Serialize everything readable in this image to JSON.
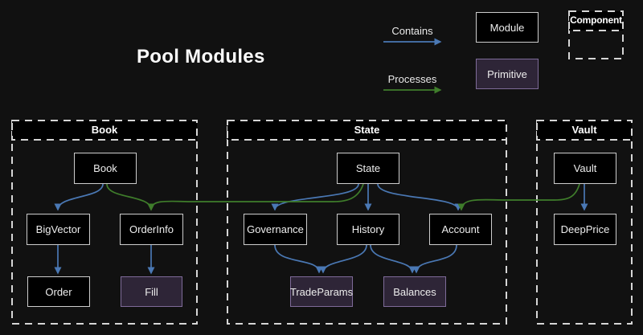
{
  "title": "Pool Modules",
  "legend": {
    "contains": "Contains",
    "processes": "Processes",
    "module": "Module",
    "primitive": "Primitive",
    "component": "Component"
  },
  "colors": {
    "background": "#111111",
    "module_fill": "#000000",
    "module_border": "#cdcdcd",
    "primitive_fill": "#2e2537",
    "primitive_border": "#7e6b99",
    "component_dash": "#d6d6d6",
    "contains_arrow": "#4a78b4",
    "processes_arrow": "#3f7d2b"
  },
  "containers": [
    {
      "label": "Book"
    },
    {
      "label": "State"
    },
    {
      "label": "Vault"
    }
  ],
  "nodes": {
    "book": {
      "label": "Book",
      "type": "module"
    },
    "bigvector": {
      "label": "BigVector",
      "type": "module"
    },
    "orderinfo": {
      "label": "OrderInfo",
      "type": "module"
    },
    "order": {
      "label": "Order",
      "type": "module"
    },
    "fill": {
      "label": "Fill",
      "type": "primitive"
    },
    "state": {
      "label": "State",
      "type": "module"
    },
    "governance": {
      "label": "Governance",
      "type": "module"
    },
    "history": {
      "label": "History",
      "type": "module"
    },
    "account": {
      "label": "Account",
      "type": "module"
    },
    "tradeparams": {
      "label": "TradeParams",
      "type": "primitive"
    },
    "balances": {
      "label": "Balances",
      "type": "primitive"
    },
    "vault": {
      "label": "Vault",
      "type": "module"
    },
    "deepprice": {
      "label": "DeepPrice",
      "type": "module"
    }
  },
  "edges": [
    {
      "from": "Book",
      "to": "BigVector",
      "type": "contains"
    },
    {
      "from": "BigVector",
      "to": "Order",
      "type": "contains"
    },
    {
      "from": "OrderInfo",
      "to": "Fill",
      "type": "contains"
    },
    {
      "from": "State",
      "to": "Governance",
      "type": "contains"
    },
    {
      "from": "State",
      "to": "History",
      "type": "contains"
    },
    {
      "from": "State",
      "to": "Account",
      "type": "contains"
    },
    {
      "from": "Governance",
      "to": "TradeParams",
      "type": "contains"
    },
    {
      "from": "History",
      "to": "TradeParams",
      "type": "contains"
    },
    {
      "from": "History",
      "to": "Balances",
      "type": "contains"
    },
    {
      "from": "Account",
      "to": "Balances",
      "type": "contains"
    },
    {
      "from": "Vault",
      "to": "DeepPrice",
      "type": "contains"
    },
    {
      "from": "Book",
      "to": "OrderInfo",
      "type": "processes"
    },
    {
      "from": "State",
      "to": "OrderInfo",
      "type": "processes"
    },
    {
      "from": "Vault",
      "to": "Account",
      "type": "processes"
    }
  ]
}
